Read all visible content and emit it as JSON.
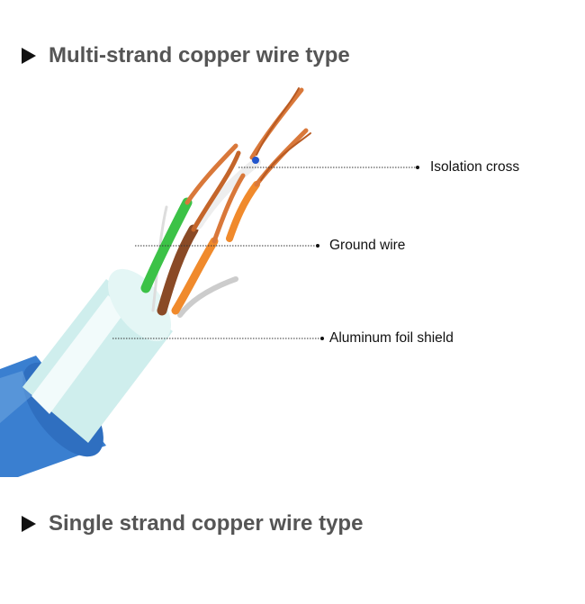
{
  "sections": [
    {
      "title": "Multi-strand copper wire type"
    },
    {
      "title": "Single strand copper wire type"
    }
  ],
  "callouts": [
    {
      "label": "Isolation cross"
    },
    {
      "label": "Ground wire"
    },
    {
      "label": "Aluminum foil shield"
    }
  ],
  "colors": {
    "jacket": "#3a7fd0",
    "foil": "#c9ecec",
    "copper": "#d9783a",
    "green": "#3cc247",
    "brown": "#8a4a26",
    "orange": "#f08a2c"
  }
}
